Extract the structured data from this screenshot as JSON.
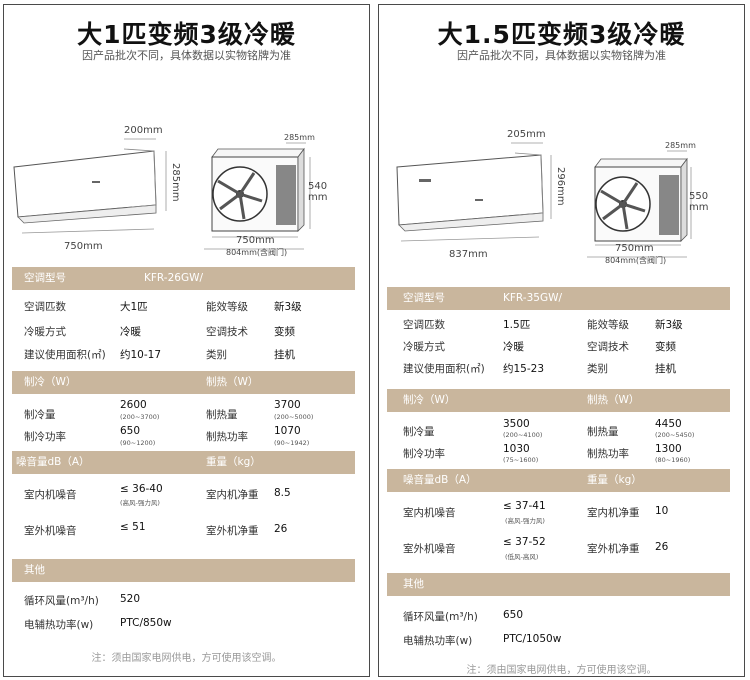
{
  "left": {
    "title": "大1匹变频3级冷暖",
    "subtitle": "因产品批次不同，具体数据以实物铭牌为准",
    "dims": {
      "indoor_depth": "200mm",
      "indoor_height": "285mm",
      "indoor_width": "750mm",
      "outdoor_depth": "285mm",
      "outdoor_height": "540\nmm",
      "outdoor_width": "750mm",
      "outdoor_width_valve": "804mm(含阀门)"
    },
    "model_label": "空调型号",
    "model_value": "KFR-26GW/",
    "rows": [
      {
        "k1": "空调匹数",
        "v1": "大1匹",
        "k2": "能效等级",
        "v2": "新3级"
      },
      {
        "k1": "冷暖方式",
        "v1": "冷暖",
        "k2": "空调技术",
        "v2": "变频"
      },
      {
        "k1": "建议使用面积(㎡)",
        "v1": "约10-17",
        "k2": "类别",
        "v2": "挂机"
      }
    ],
    "cool_header": "制冷（W）",
    "heat_header": "制热（W）",
    "perf": [
      {
        "k1": "制冷量",
        "v1": "2600",
        "s1": "(200~3700)",
        "k2": "制热量",
        "v2": "3700",
        "s2": "(200~5000)"
      },
      {
        "k1": "制冷功率",
        "v1": "650",
        "s1": "(90~1200)",
        "k2": "制热功率",
        "v2": "1070",
        "s2": "(90~1942)"
      }
    ],
    "noise_header": "噪音量dB（A）",
    "weight_header": "重量（kg）",
    "noise_rows": [
      {
        "k1": "室内机噪音",
        "v1": "≤ 36-40",
        "s1": "(高风-强力风)",
        "k2": "室内机净重",
        "v2": "8.5"
      },
      {
        "k1": "室外机噪音",
        "v1": "≤ 51",
        "s1": "",
        "k2": "室外机净重",
        "v2": "26"
      }
    ],
    "other_header": "其他",
    "other_rows": [
      {
        "k": "循环风量(m³/h)",
        "v": "520"
      },
      {
        "k": "电辅热功率(w)",
        "v": "PTC/850w"
      }
    ],
    "note": "注：须由国家电网供电，方可使用该空调。"
  },
  "right": {
    "title": "大1.5匹变频3级冷暖",
    "subtitle": "因产品批次不同，具体数据以实物铭牌为准",
    "dims": {
      "indoor_depth": "205mm",
      "indoor_height": "296mm",
      "indoor_width": "837mm",
      "outdoor_depth": "285mm",
      "outdoor_height": "550\nmm",
      "outdoor_width": "750mm",
      "outdoor_width_valve": "804mm(含阀门)"
    },
    "model_label": "空调型号",
    "model_value": "KFR-35GW/",
    "rows": [
      {
        "k1": "空调匹数",
        "v1": "1.5匹",
        "k2": "能效等级",
        "v2": "新3级"
      },
      {
        "k1": "冷暖方式",
        "v1": "冷暖",
        "k2": "空调技术",
        "v2": "变频"
      },
      {
        "k1": "建议使用面积(㎡)",
        "v1": "约15-23",
        "k2": "类别",
        "v2": "挂机"
      }
    ],
    "cool_header": "制冷（W）",
    "heat_header": "制热（W）",
    "perf": [
      {
        "k1": "制冷量",
        "v1": "3500",
        "s1": "(200~4100)",
        "k2": "制热量",
        "v2": "4450",
        "s2": "(200~5450)"
      },
      {
        "k1": "制冷功率",
        "v1": "1030",
        "s1": "(75~1600)",
        "k2": "制热功率",
        "v2": "1300",
        "s2": "(80~1960)"
      }
    ],
    "noise_header": "噪音量dB（A）",
    "weight_header": "重量（kg）",
    "noise_rows": [
      {
        "k1": "室内机噪音",
        "v1": "≤ 37-41",
        "s1": "(高风-强力风)",
        "k2": "室内机净重",
        "v2": "10"
      },
      {
        "k1": "室外机噪音",
        "v1": "≤ 37-52",
        "s1": "(低风-高风)",
        "k2": "室外机净重",
        "v2": "26"
      }
    ],
    "other_header": "其他",
    "other_rows": [
      {
        "k": "循环风量(m³/h)",
        "v": "650"
      },
      {
        "k": "电辅热功率(w)",
        "v": "PTC/1050w"
      }
    ],
    "note": "注：须由国家电网供电，方可使用该空调。"
  }
}
